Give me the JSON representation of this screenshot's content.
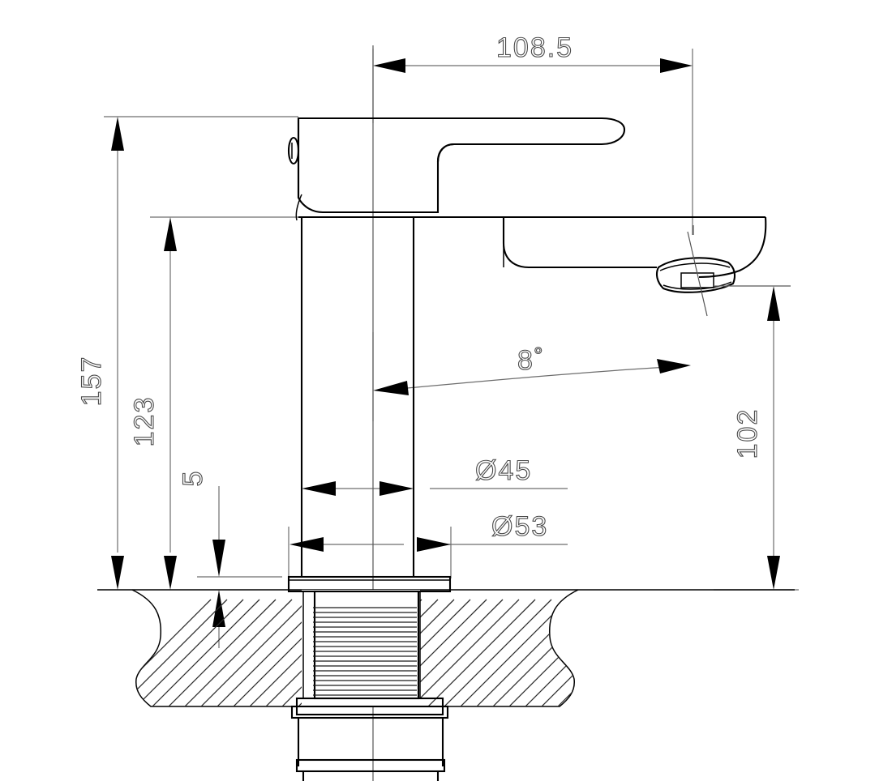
{
  "drawing": {
    "title": "Basin Mixer Faucet Dimensional Drawing",
    "units": "mm",
    "line_color": "#000000",
    "dimension_color": "#6d6d6d",
    "text_color": "#4a4a4a",
    "background": "#ffffff"
  },
  "dimensions": {
    "overall_reach": {
      "label": "108.5",
      "orientation": "horizontal",
      "position": "top"
    },
    "overall_height": {
      "label": "157",
      "orientation": "vertical",
      "position": "left-outer"
    },
    "body_height": {
      "label": "123",
      "orientation": "vertical",
      "position": "left-inner"
    },
    "deck_thickness": {
      "label": "5",
      "orientation": "vertical",
      "position": "left-innermost"
    },
    "spout_height": {
      "label": "102",
      "orientation": "vertical",
      "position": "right"
    },
    "spout_angle": {
      "label": "8˚",
      "orientation": "angular",
      "position": "center"
    },
    "column_diameter": {
      "label": "Ø45",
      "orientation": "horizontal",
      "position": "column"
    },
    "base_diameter": {
      "label": "Ø53",
      "orientation": "horizontal",
      "position": "base-flange"
    }
  },
  "parts": {
    "lever_handle": "lever-handle",
    "handle_indicator": "handle-indicator-oval",
    "spout_body": "spout-body",
    "aerator": "aerator-outlet",
    "column": "faucet-column",
    "base_flange": "base-flange",
    "threaded_shank": "threaded-shank",
    "mounting_nut": "mounting-nut",
    "counter_section": "counter-top-section",
    "tailpiece": "supply-tailpiece"
  }
}
